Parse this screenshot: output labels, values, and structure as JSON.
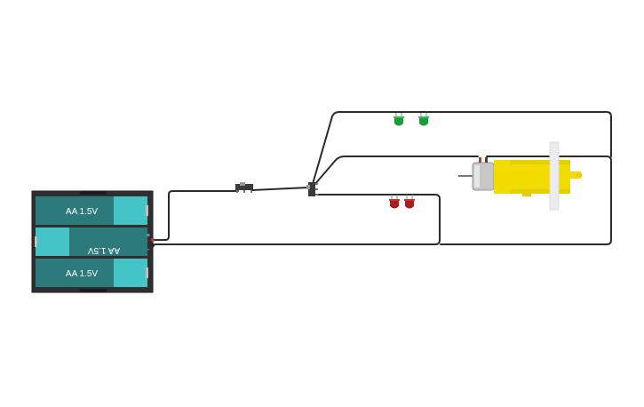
{
  "circuit": {
    "battery_pack": {
      "cells": [
        {
          "label": "AA 1.5V",
          "orientation": "normal"
        },
        {
          "label": "AA 1.5V",
          "orientation": "flipped"
        },
        {
          "label": "AA 1.5V",
          "orientation": "normal"
        }
      ],
      "positive_symbol": "+",
      "negative_symbol": "-"
    },
    "components": {
      "slide_switch": "slide-switch",
      "selector_switch": "slide-switch-3pin",
      "green_leds": 2,
      "red_leds": 2,
      "motor": "dc-gear-motor"
    },
    "colors": {
      "wire": "#2b2b2b",
      "battery_body": "#2f2f2f",
      "cell_body": "#2c7a7c",
      "cell_cap": "#45c4c8",
      "led_green": "#1e9a3c",
      "led_red": "#a61e1e",
      "motor_yellow": "#f2dc00",
      "background": "#ffffff"
    }
  }
}
